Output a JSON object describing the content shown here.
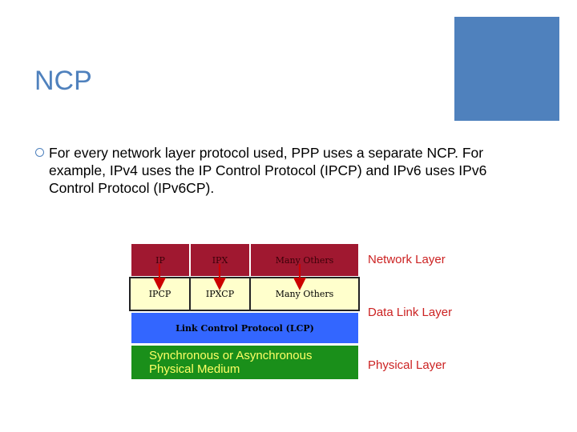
{
  "slide": {
    "title": "NCP",
    "bullet": "For every network layer protocol used, PPP uses a separate NCP. For example, IPv4 uses the IP Control Protocol (IPCP) and IPv6 uses IPv6 Control Protocol (IPv6CP)."
  },
  "diagram": {
    "network_row": [
      "IP",
      "IPX",
      "Many Others"
    ],
    "datalink_row": [
      "IPCP",
      "IPXCP",
      "Many Others"
    ],
    "lcp": "Link Control Protocol (LCP)",
    "physical": [
      "Synchronous or Asynchronous",
      "Physical Medium"
    ],
    "layer_labels": [
      "Network Layer",
      "Data Link Layer",
      "Physical Layer"
    ]
  },
  "colors": {
    "accent": "#4f81bd",
    "network_cell": "#a01830",
    "datalink_cell": "#ffffcc",
    "lcp_cell": "#3366ff",
    "physical_cell": "#1a8f1a",
    "layer_label": "#cc2222",
    "arrow": "#cc0000"
  }
}
